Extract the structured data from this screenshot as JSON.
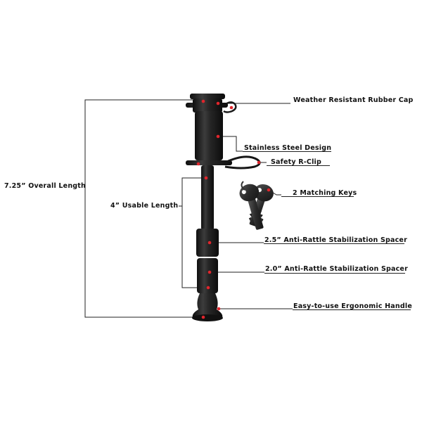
{
  "labels": {
    "rubber_cap": "Weather Resistant Rubber Cap",
    "stainless": "Stainless Steel Design",
    "r_clip": "Safety R-Clip",
    "keys": "2 Matching Keys",
    "spacer_25": "2.5” Anti-Rattle Stabilization Spacer",
    "spacer_20": "2.0” Anti-Rattle Stabilization Spacer",
    "handle": "Easy-to-use Ergonomic Handle",
    "overall_length": "7.25” Overall Length",
    "usable_length": "4” Usable Length"
  },
  "colors": {
    "body": "#1d1d1d",
    "highlight": "#4a4a4a",
    "marker": "#e0252c",
    "line": "#222222"
  }
}
